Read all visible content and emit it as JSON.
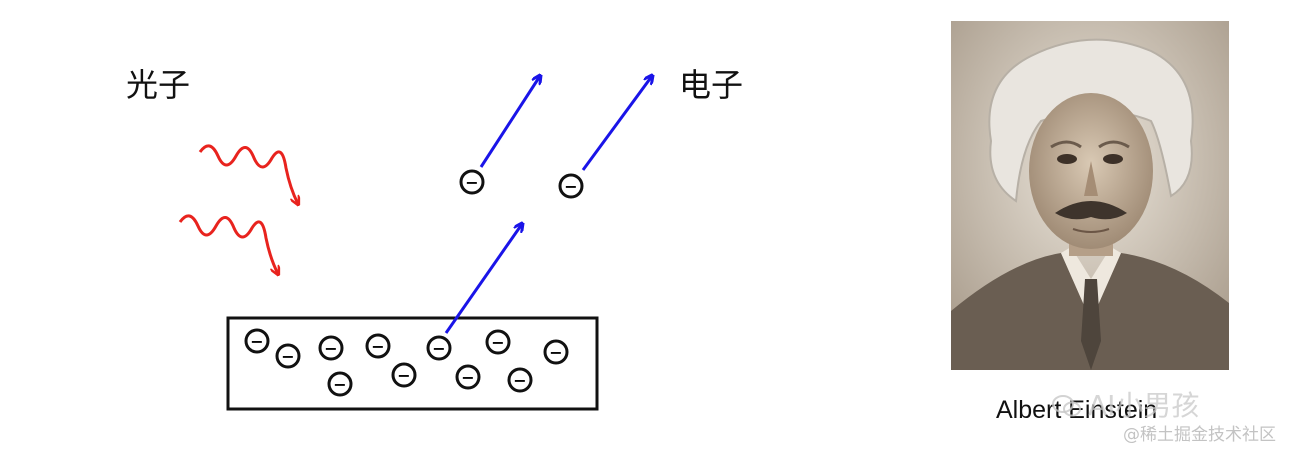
{
  "diagram": {
    "photon_label": "光子",
    "electron_label": "电子",
    "electron_charge_symbol": "−",
    "photon_color": "#e8231e",
    "electron_arrow_color": "#1a14e8",
    "outline_color": "#111111"
  },
  "portrait": {
    "caption": "Albert Einstein",
    "background_color": "#cfc6ba",
    "suit_color": "#6a5e52"
  },
  "watermark": {
    "main": "AI小男孩",
    "sub": "@稀土掘金技术社区",
    "icon": "wechat-icon"
  }
}
